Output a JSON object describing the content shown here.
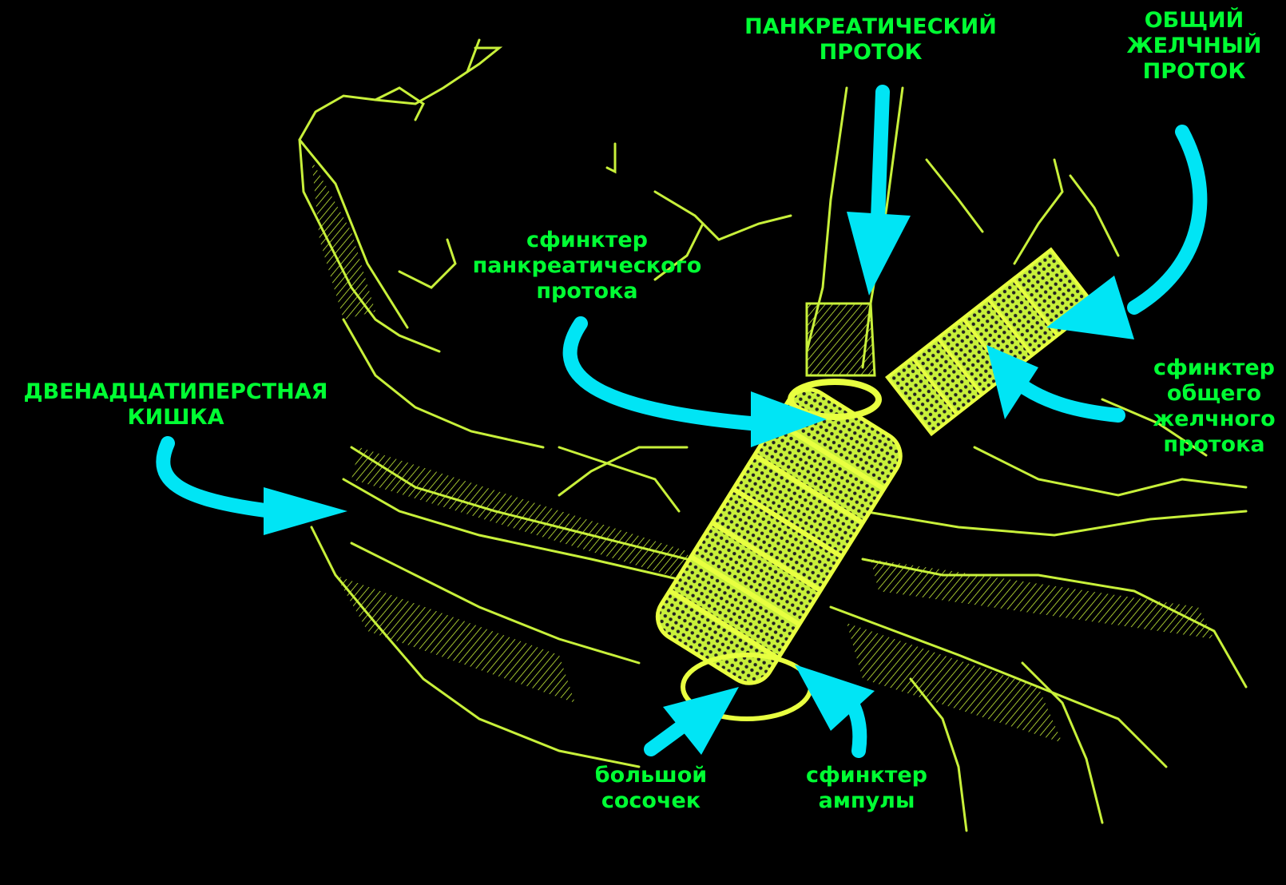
{
  "colors": {
    "background": "#000000",
    "label": "#00ff33",
    "arrow": "#00e5f5",
    "drawing": "#c8f03a",
    "drawing_bright": "#e8ff40"
  },
  "labels": {
    "pancreatic_duct": "ПАНКРЕАТИЧЕСКИЙ\nПРОТОК",
    "common_bile_duct": "ОБЩИЙ\nЖЕЛЧНЫЙ\nПРОТОК",
    "pancreatic_sphincter": "сфинктер\nпанкреатического\nпротока",
    "duodenum": "ДВЕНАДЦАТИПЕРСТНАЯ\nКИШКА",
    "bile_sphincter": "сфинктер\nобщего\nжелчного\nпротока",
    "major_papilla": "большой\nсосочек",
    "ampulla_sphincter": "сфинктер\nампулы"
  },
  "icons": [
    "curved-arrow-icon",
    "straight-arrow-icon"
  ]
}
